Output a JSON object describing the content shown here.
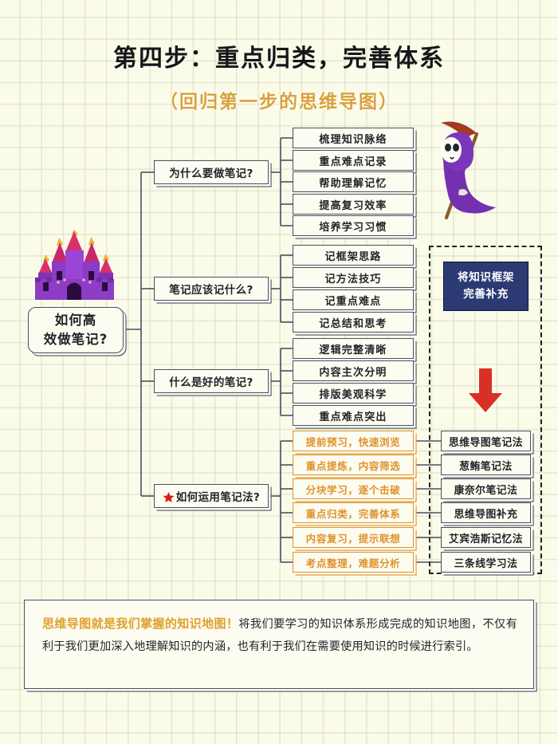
{
  "header": {
    "title": "第四步：重点归类，完善体系",
    "subtitle": "（回归第一步的思维导图）",
    "subtitle_color": "#d9a13f"
  },
  "mindmap": {
    "root": {
      "line1": "如何高",
      "line2": "效做笔记?"
    },
    "branches": [
      {
        "label": "为什么要做笔记?",
        "children": [
          "梳理知识脉络",
          "重点难点记录",
          "帮助理解记忆",
          "提高复习效率",
          "培养学习习惯"
        ]
      },
      {
        "label": "笔记应该记什么?",
        "children": [
          "记框架思路",
          "记方法技巧",
          "记重点难点",
          "记总结和思考"
        ]
      },
      {
        "label": "什么是好的笔记?",
        "children": [
          "逻辑完整清晰",
          "内容主次分明",
          "排版美观科学",
          "重点难点突出"
        ]
      },
      {
        "label": "如何运用笔记法?",
        "icon": "red-star-icon",
        "highlight_color": "#e0922c",
        "children": [
          "提前预习，快速浏览",
          "重点提炼，内容筛选",
          "分块学习，逐个击破",
          "重点归类，完善体系",
          "内容复习，提示联想",
          "考点整理，难题分析"
        ]
      }
    ]
  },
  "methods": {
    "items": [
      "思维导图笔记法",
      "葱鲔笔记法",
      "康奈尔笔记法",
      "思维导图补充",
      "艾宾浩斯记忆法",
      "三条线学习法"
    ]
  },
  "callout": {
    "line1": "将知识框架",
    "line2": "完善补充",
    "background": "#2b3a73",
    "arrow": "down-arrow-icon",
    "arrow_color": "#d93025"
  },
  "footer": {
    "lead": "思维导图就是我们掌握的知识地图！",
    "body": "将我们要学习的知识体系形成完成的知识地图，不仅有利于我们更加深入地理解知识的内涵，也有利于我们在需要使用知识的时候进行索引。"
  },
  "decorations": {
    "castle": "purple-castle-icon",
    "reaper": "grim-reaper-icon"
  }
}
